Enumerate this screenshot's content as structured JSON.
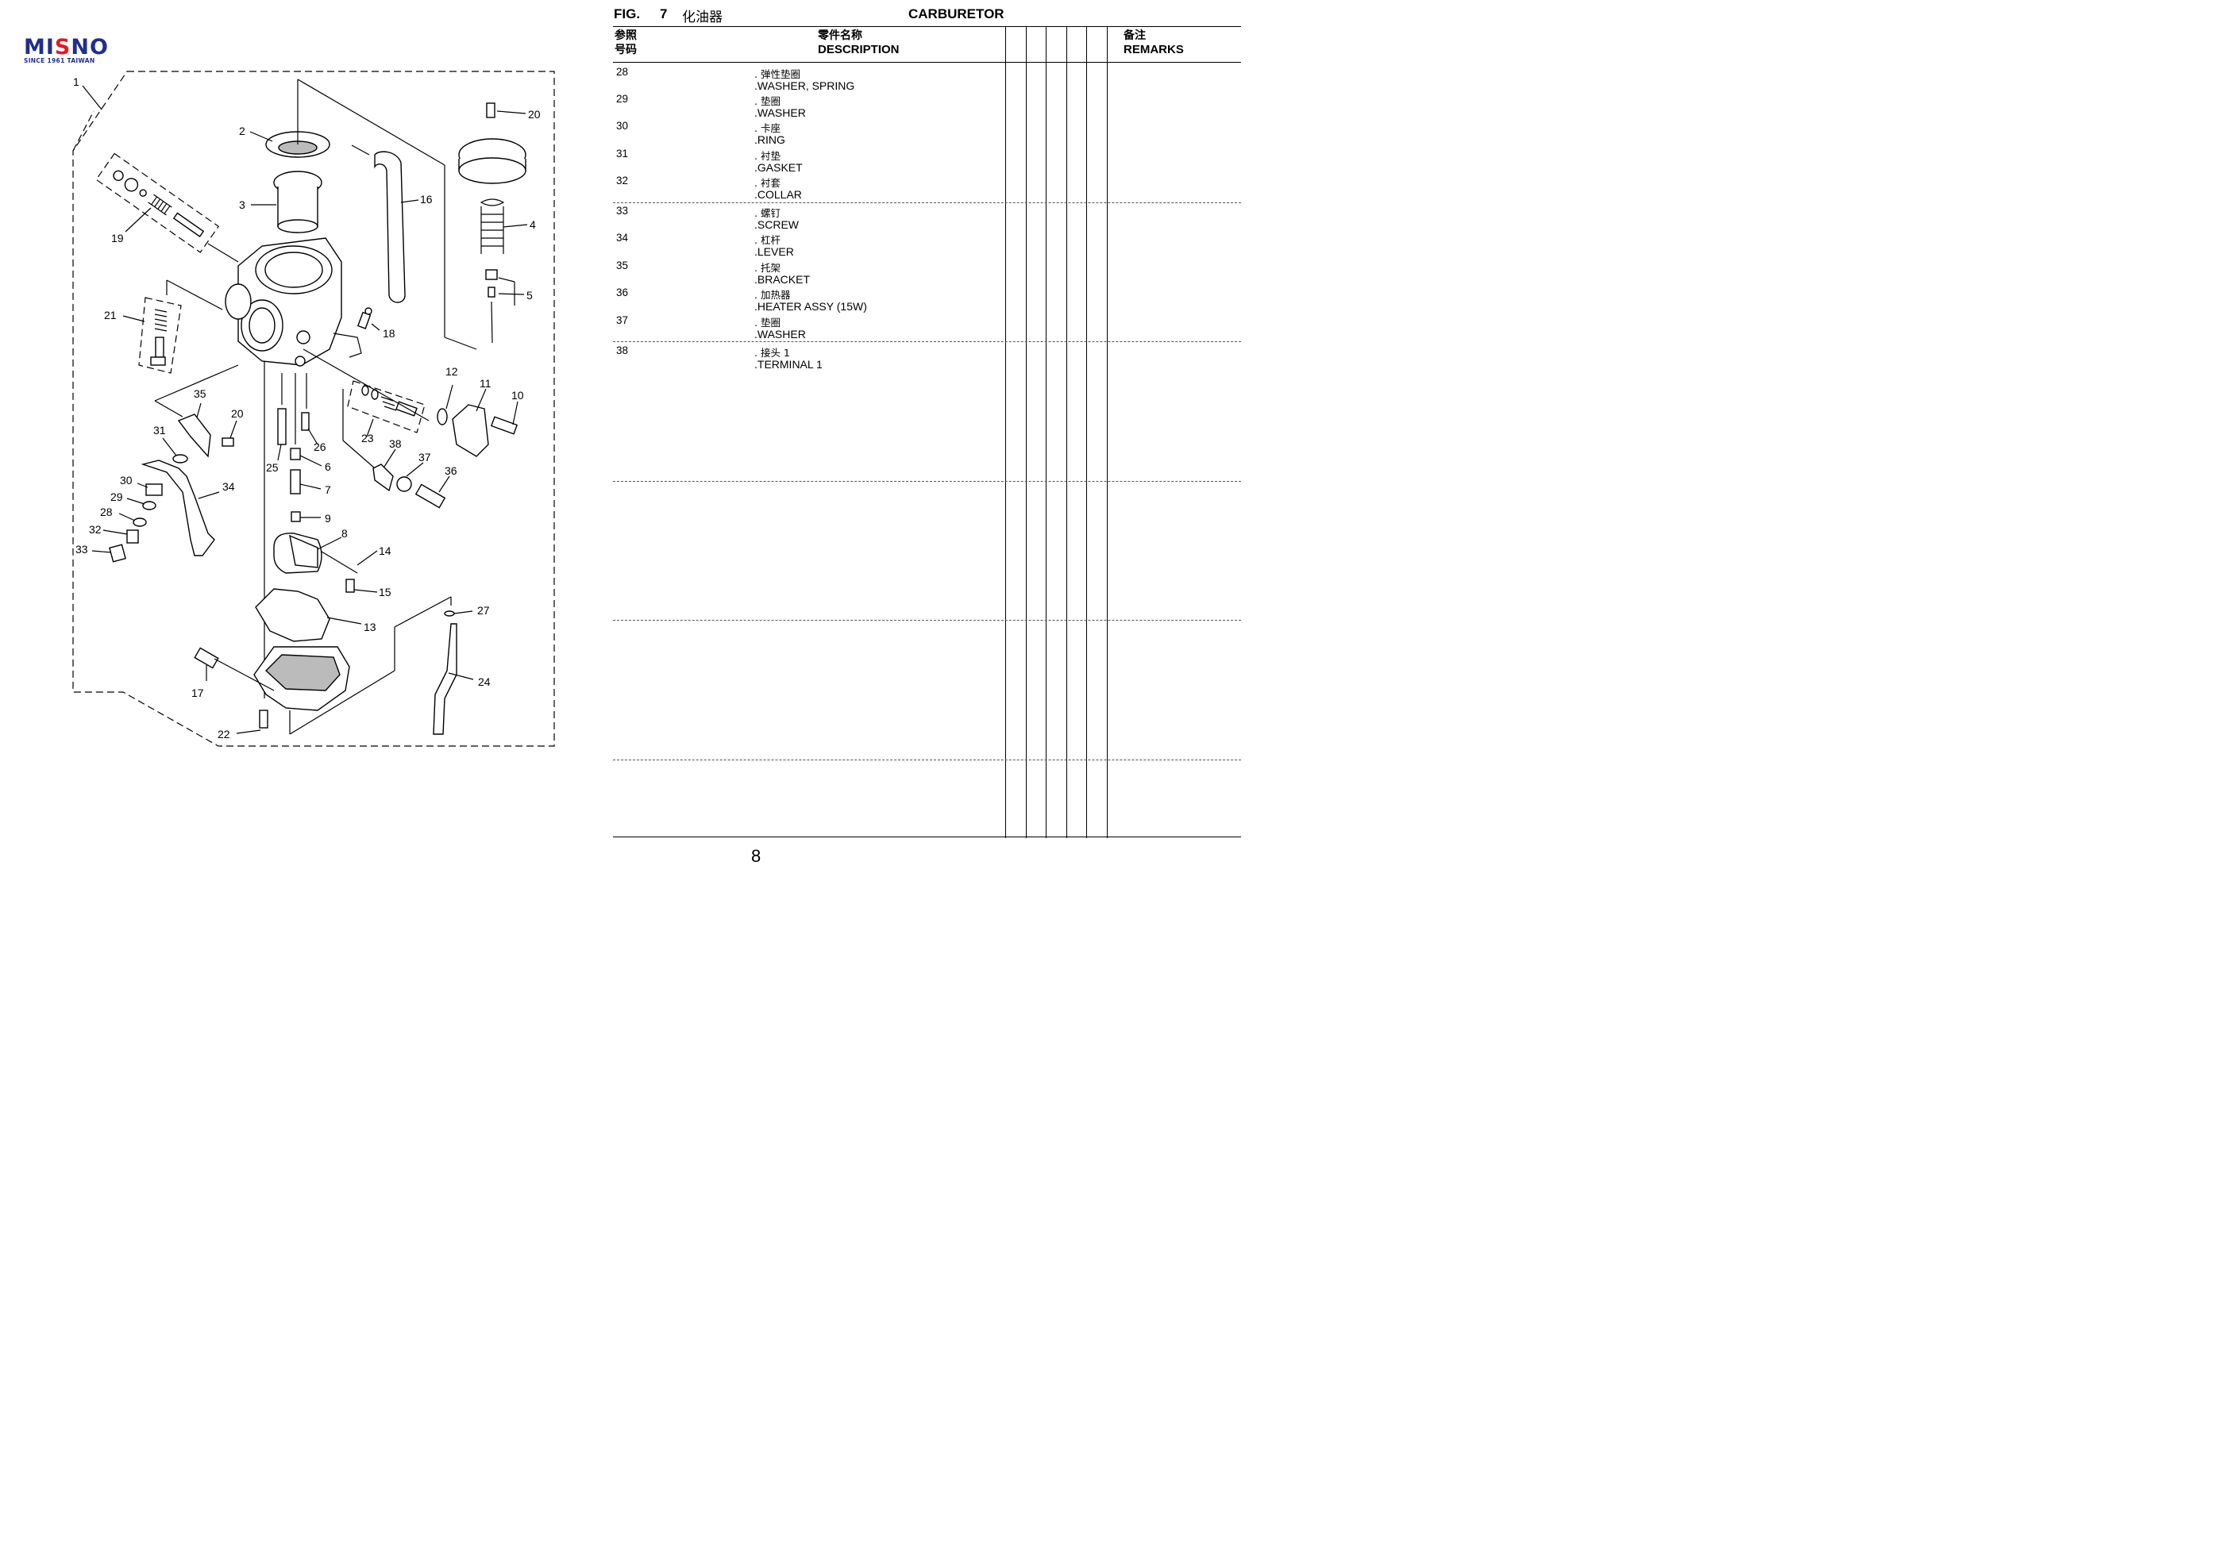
{
  "logo": {
    "brand": "MISNO",
    "brand_red": "S",
    "tagline": "SINCE 1961 TAIWAN"
  },
  "header": {
    "fig_label": "FIG.",
    "fig_number": "7",
    "title_cn": "化油器",
    "title_en": "CARBURETOR"
  },
  "table": {
    "columns": {
      "ref_cn": "参照",
      "ref_cn2": "号码",
      "desc_cn": "零件名称",
      "desc_en": "DESCRIPTION",
      "remarks_cn": "备注",
      "remarks_en": "REMARKS"
    },
    "rows": [
      {
        "ref": "28",
        "cn": ". 弹性垫圈",
        "en": ".WASHER, SPRING"
      },
      {
        "ref": "29",
        "cn": ". 垫圈",
        "en": ".WASHER"
      },
      {
        "ref": "30",
        "cn": ". 卡座",
        "en": ".RING"
      },
      {
        "ref": "31",
        "cn": ". 衬垫",
        "en": ".GASKET"
      },
      {
        "ref": "32",
        "cn": ". 衬套",
        "en": ".COLLAR"
      },
      {
        "ref": "33",
        "cn": ". 螺钉",
        "en": ".SCREW"
      },
      {
        "ref": "34",
        "cn": ". 杠杆",
        "en": ".LEVER"
      },
      {
        "ref": "35",
        "cn": ". 托架",
        "en": ".BRACKET"
      },
      {
        "ref": "36",
        "cn": ". 加热器",
        "en": ".HEATER ASSY (15W)"
      },
      {
        "ref": "37",
        "cn": ". 垫圈",
        "en": ".WASHER"
      },
      {
        "ref": "38",
        "cn": ". 接头 1",
        "en": ".TERMINAL 1"
      }
    ]
  },
  "diagram": {
    "callouts": [
      "1",
      "2",
      "3",
      "4",
      "5",
      "6",
      "7",
      "8",
      "9",
      "10",
      "11",
      "12",
      "13",
      "14",
      "15",
      "16",
      "17",
      "18",
      "19",
      "20",
      "20",
      "21",
      "22",
      "23",
      "24",
      "25",
      "26",
      "27",
      "28",
      "29",
      "30",
      "31",
      "32",
      "33",
      "34",
      "35",
      "36",
      "37",
      "38"
    ]
  },
  "page_number": "8"
}
